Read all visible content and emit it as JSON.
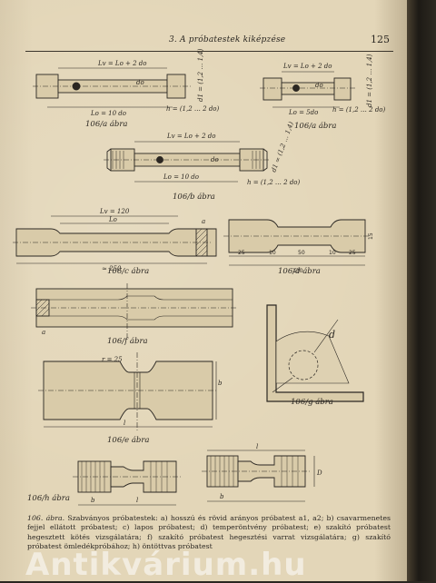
{
  "header": {
    "running_title": "3. A próbatestek kiképzése",
    "page_number": "125"
  },
  "figures": {
    "a": {
      "label": "106/a ábra",
      "lv": "Lv = Lo + 2 do",
      "lo": "Lo = 10 do",
      "do": "do",
      "d1": "d1 = (1,2 … 1,4)",
      "h": "h = (1,2 … 2 do)"
    },
    "aa": {
      "label": "106/a ábra",
      "lv": "Lv = Lo + 2 do",
      "lo": "Lo = 5do",
      "do": "do",
      "d1": "d1 = (1,2 … 1,4)",
      "h": "h = (1,2 … 2 do)"
    },
    "b": {
      "label": "106/b ábra",
      "lv": "Lv = Lo + 2 do",
      "lo": "Lo = 10 do",
      "do": "do",
      "d1": "d1 = (1,2 … 1,4)",
      "h": "h = (1,2 … 2 do)"
    },
    "c": {
      "label": "106/c ábra",
      "lv": "Lv = 120",
      "lo": "Lo",
      "total": "≈ 250",
      "a": "a"
    },
    "d": {
      "label": "106/d ábra",
      "total": "130",
      "d25a": "25",
      "d10a": "10",
      "d50": "50",
      "d10b": "10",
      "d25b": "25",
      "w15": "15"
    },
    "f": {
      "label": "106/f ábra",
      "a": "a"
    },
    "g": {
      "label": "106/g ábra",
      "d": "d"
    },
    "e": {
      "label": "106/e ábra",
      "r": "r = 25",
      "b": "b",
      "l": "l"
    },
    "h": {
      "label": "106/h ábra",
      "b1": "b",
      "l1": "l",
      "b2": "b",
      "l2": "l",
      "D": "D"
    }
  },
  "caption": {
    "title": "106. ábra.",
    "text": "Szabványos próbatestek: a) hosszú és rövid arányos próbatest a1, a2; b) csavarmenetes fejjel ellátott próbatest; c) lapos próbatest; d) temperöntvény próbatest; e) szakító próbatest hegesztett kötés vizsgálatára; f) szakító próbatest hegesztési varrat vizsgálatára; g) szakító próbatest ömledékpróbához; h) öntöttvas próbatest"
  },
  "watermark": "Antikvárium.hu",
  "colors": {
    "paper": "#e3d6b8",
    "ink": "#2b2722",
    "hatch": "#3a332a"
  }
}
